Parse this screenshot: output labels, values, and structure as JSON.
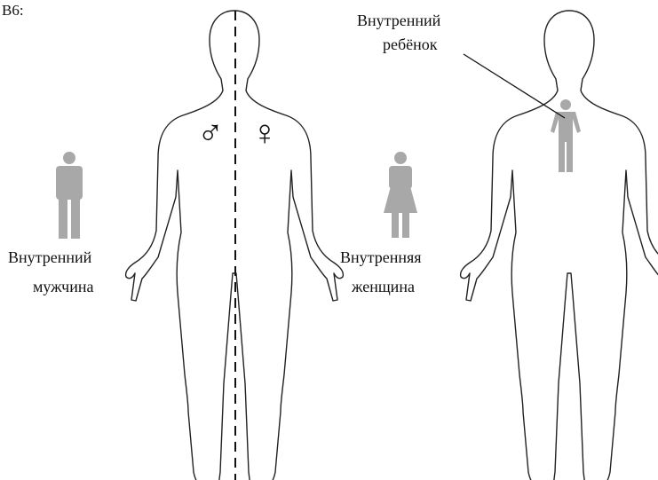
{
  "corner_text": "B6:",
  "symbols": {
    "male": "♂",
    "female": "♀"
  },
  "labels": {
    "inner_man": [
      "Внутренний",
      "мужчина"
    ],
    "inner_woman": [
      "Внутренняя",
      "женщина"
    ],
    "inner_child": [
      "Внутренний",
      "ребёнок"
    ]
  },
  "colors": {
    "outline": "#222222",
    "inner_figure": "#a8a8a8",
    "background": "#ffffff"
  }
}
